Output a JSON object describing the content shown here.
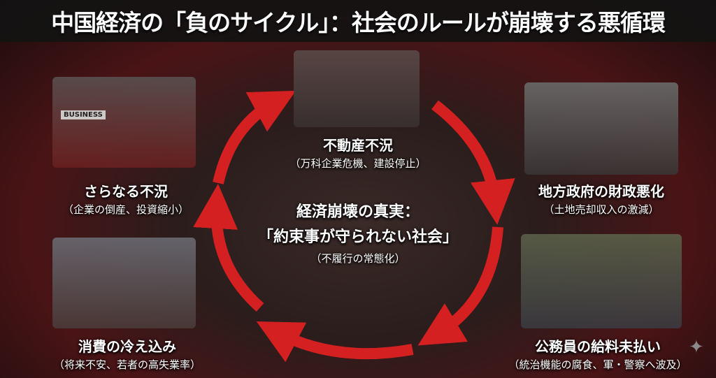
{
  "title": "中国経済の「負のサイクル」：社会のルールが崩壊する悪循環",
  "center": {
    "title": "経済崩壊の真実：",
    "quote": "「約束事が守られない社会」",
    "sub": "（不履行の常態化）"
  },
  "nodes": [
    {
      "title": "不動産不況",
      "sub": "（万科企業危機、建設停止）"
    },
    {
      "title": "地方政府の財政悪化",
      "sub": "（土地売却収入の激減）"
    },
    {
      "title": "公務員の給料未払い",
      "sub": "（統治機能の腐食、軍・警察へ波及）"
    },
    {
      "title": "消費の冷え込み",
      "sub": "（将来不安、若者の高失業率）"
    },
    {
      "title": "さらなる不況",
      "sub": "（企業の倒産、投資縮小）"
    }
  ],
  "illustrations": {
    "business_sign": "BUSINESS"
  },
  "colors": {
    "arrow": "#d42020",
    "background": "#2a1d1c",
    "accent": "#7a1418"
  }
}
